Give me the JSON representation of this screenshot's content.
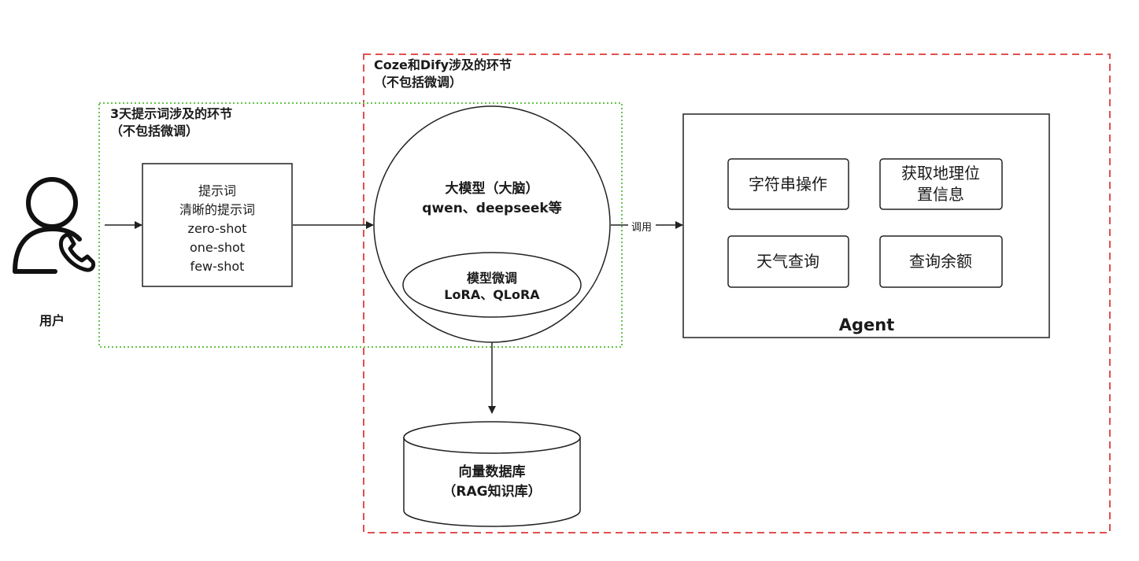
{
  "colors": {
    "red_dash": "#e05050",
    "green_dot": "#66c24a",
    "stroke": "#222222",
    "background": "#ffffff"
  },
  "user": {
    "icon": "user-phone-icon",
    "label": "用户"
  },
  "regions": {
    "coze_dify": {
      "line1": "Coze和Dify涉及的环节",
      "line2": "（不包括微调）"
    },
    "prompt_3day": {
      "line1": "3天提示词涉及的环节",
      "line2": "（不包括微调）"
    }
  },
  "prompt_box": {
    "lines": [
      "提示词",
      "清晰的提示词",
      "zero-shot",
      "one-shot",
      "few-shot"
    ]
  },
  "model": {
    "title": "大模型（大脑）",
    "subtitle": "qwen、deepseek等",
    "finetune": {
      "line1": "模型微调",
      "line2": "LoRA、QLoRA"
    }
  },
  "call_label": "调用",
  "agent": {
    "title": "Agent",
    "tools": [
      {
        "lines": [
          "字符串操作"
        ]
      },
      {
        "lines": [
          "获取地理位",
          "置信息"
        ]
      },
      {
        "lines": [
          "天气查询"
        ]
      },
      {
        "lines": [
          "查询余额"
        ]
      }
    ]
  },
  "vector_db": {
    "line1": "向量数据库",
    "line2": "（RAG知识库）"
  }
}
